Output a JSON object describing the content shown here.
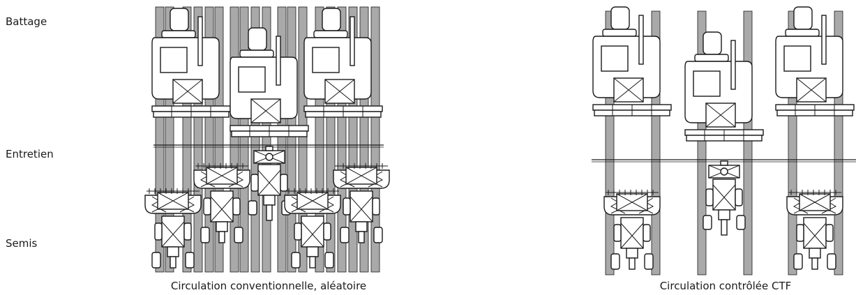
{
  "row_labels": {
    "harvest": "Battage",
    "maintenance": "Entretien",
    "sowing": "Semis"
  },
  "panels": {
    "conventional": {
      "caption": "Circulation conventionnelle, aléatoire"
    },
    "controlled": {
      "caption": "Circulation contrôlée CTF"
    }
  },
  "colors": {
    "track": "#a9a9a9",
    "outline": "#1a1a1a",
    "background": "#ffffff"
  },
  "icons": {
    "combine": "combine-harvester-icon",
    "sprayer": "sprayer-tractor-icon",
    "seeder": "seeder-tractor-icon"
  }
}
